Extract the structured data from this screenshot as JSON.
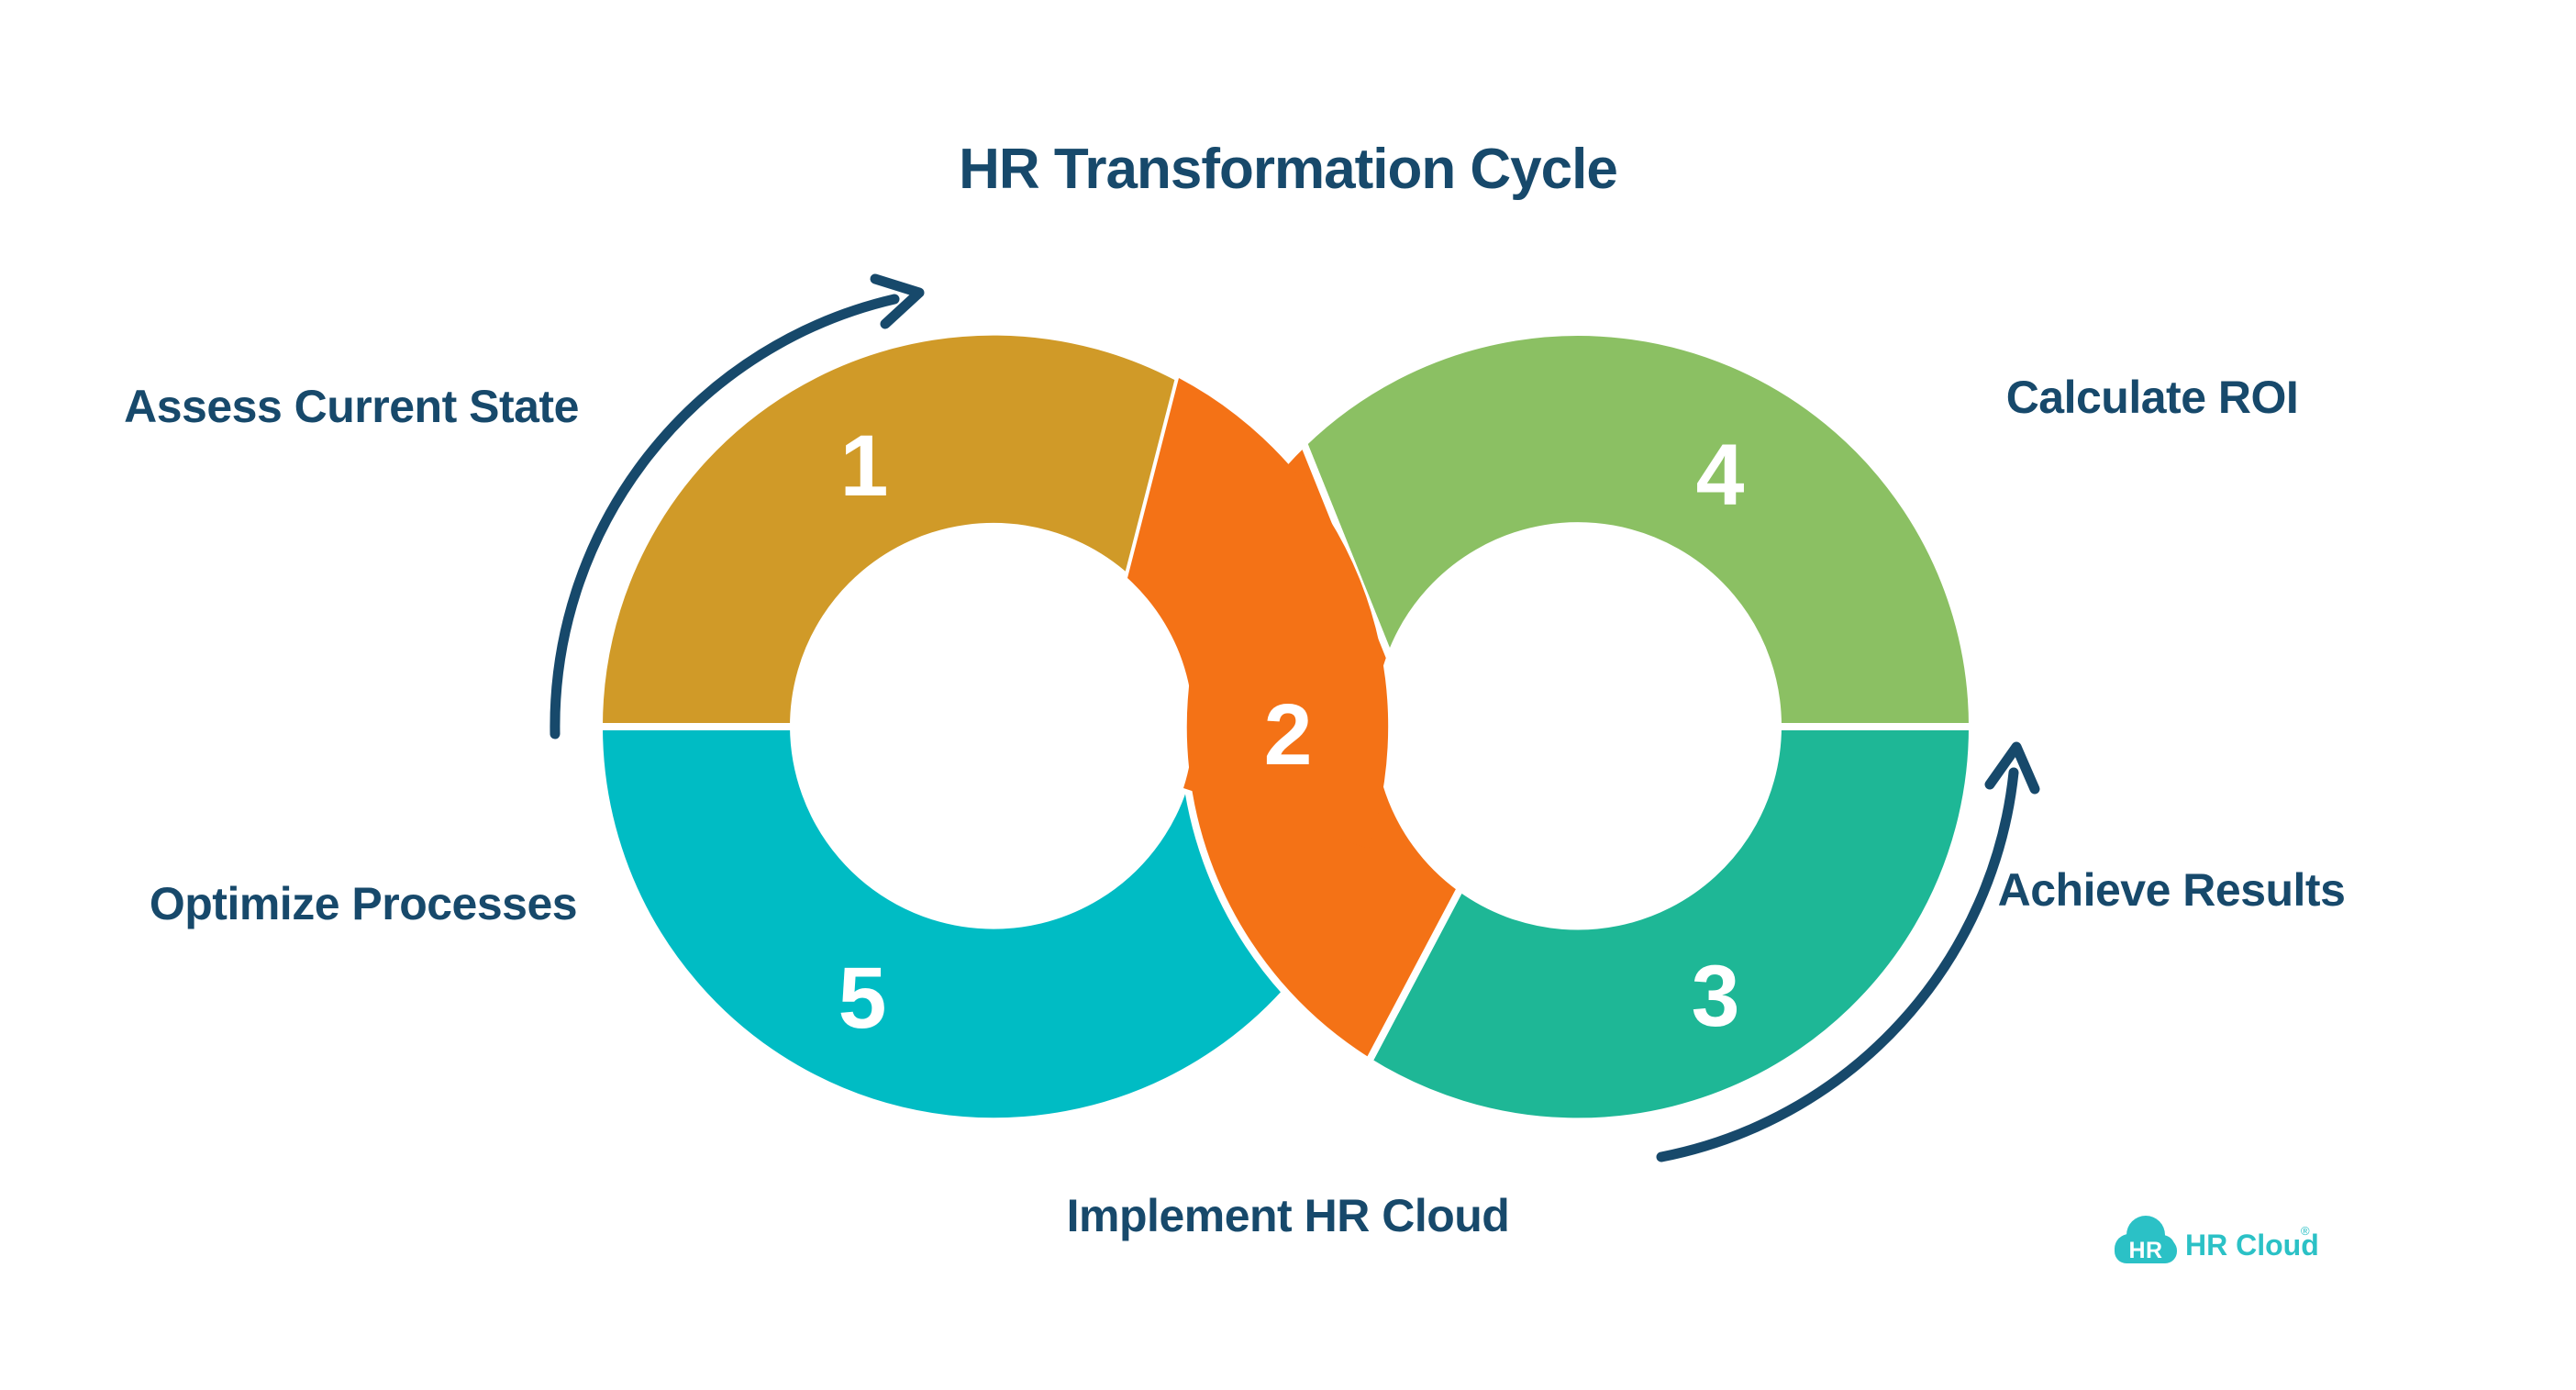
{
  "title": "HR Transformation Cycle",
  "steps": [
    {
      "num": "1",
      "label": "Assess Current State",
      "color": "#D09A28"
    },
    {
      "num": "2",
      "label": "Implement HR Cloud",
      "color": "#F47216"
    },
    {
      "num": "3",
      "label": "Achieve Results",
      "color": "#1EB796"
    },
    {
      "num": "4",
      "label": "Calculate ROI",
      "color": "#8BC063"
    },
    {
      "num": "5",
      "label": "Optimize Processes",
      "color": "#00BCC4"
    }
  ],
  "colors": {
    "navy": "#17496B",
    "gold": "#D09A28",
    "orange": "#F47216",
    "teal": "#1EB796",
    "green": "#8BC063",
    "cyan": "#00BCC4",
    "logo_teal": "#2BC1C6",
    "number_text": "#FFFFFF",
    "background": "#FFFFFF"
  },
  "logo": {
    "badge": "HR",
    "wordmark": "HR Cloud",
    "trademark": "®"
  }
}
